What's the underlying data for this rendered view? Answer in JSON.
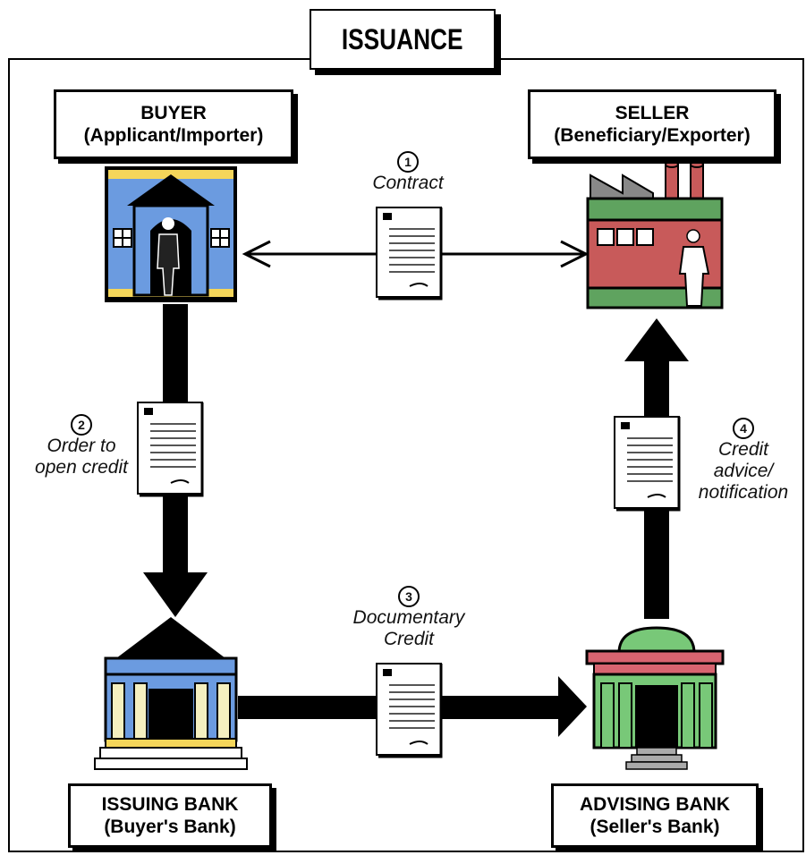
{
  "title": "ISSUANCE",
  "parties": {
    "buyer": {
      "name": "BUYER",
      "role": "(Applicant/Importer)"
    },
    "seller": {
      "name": "SELLER",
      "role": "(Beneficiary/Exporter)"
    },
    "issuing_bank": {
      "name": "ISSUING BANK",
      "role": "(Buyer's Bank)"
    },
    "advising_bank": {
      "name": "ADVISING BANK",
      "role": "(Seller's Bank)"
    }
  },
  "steps": [
    {
      "number": "1",
      "line1": "Contract",
      "line2": "",
      "line3": ""
    },
    {
      "number": "2",
      "line1": "Order to",
      "line2": "open credit",
      "line3": ""
    },
    {
      "number": "3",
      "line1": "Documentary",
      "line2": "Credit",
      "line3": ""
    },
    {
      "number": "4",
      "line1": "Credit",
      "line2": "advice/",
      "line3": "notification"
    }
  ],
  "colors": {
    "building_blue": "#6b9be0",
    "building_yellow": "#f5d65a",
    "factory_red": "#c85a5a",
    "factory_green": "#5fa35f",
    "bank_green": "#78c878",
    "bank_pink": "#d86470",
    "cream": "#f5f0c0"
  }
}
